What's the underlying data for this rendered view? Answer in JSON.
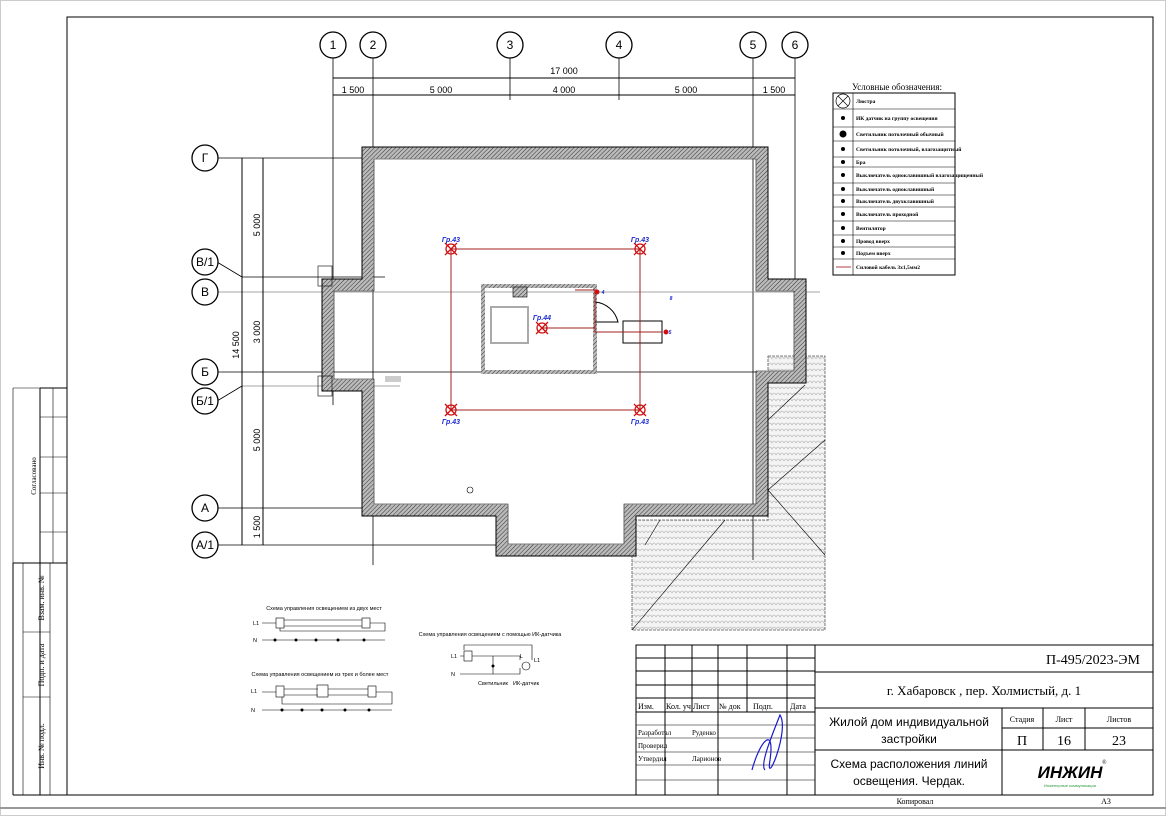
{
  "axes": {
    "vertical": [
      "1",
      "2",
      "3",
      "4",
      "5",
      "6"
    ],
    "horizontal": [
      "Г",
      "В/1",
      "В",
      "Б",
      "Б/1",
      "А",
      "А/1"
    ]
  },
  "dimensions": {
    "overall_horizontal": "17 000",
    "horizontal_segments": [
      "1 500",
      "5 000",
      "4 000",
      "5 000",
      "1 500"
    ],
    "overall_vertical": "14 500",
    "vertical_segments": [
      "5 000",
      "3 000",
      "5 000",
      "1 500"
    ]
  },
  "plan": {
    "group_labels": [
      "Гр.43",
      "Гр.43",
      "Гр.43",
      "Гр.43",
      "Гр.44"
    ],
    "small_marks": [
      "4",
      "8",
      "5"
    ],
    "line_color": "#a02020",
    "label_color": "#1a2ad0"
  },
  "legend": {
    "title": "Условные обозначения:",
    "items": [
      {
        "icon": "lamp-icon",
        "label": "Люстра"
      },
      {
        "icon": "ir-sensor-icon",
        "label": "ИК датчик на группу освещения"
      },
      {
        "icon": "ceiling-light-icon",
        "label": "Светильник потолочный обычный"
      },
      {
        "icon": "sealed-light-icon",
        "label": "Светильник потолочный, влагозащитный"
      },
      {
        "icon": "sconce-icon",
        "label": "Бра"
      },
      {
        "icon": "switch-single-sealed-icon",
        "label": "Выключатель одноклавишный влагозащищенный"
      },
      {
        "icon": "switch-single-icon",
        "label": "Выключатель одноклавишный"
      },
      {
        "icon": "switch-double-icon",
        "label": "Выключатель двухклавишный"
      },
      {
        "icon": "switch-passthrough-icon",
        "label": "Выключатель проходной"
      },
      {
        "icon": "fan-icon",
        "label": "Вентилятор"
      },
      {
        "icon": "wire-up-icon",
        "label": "Провод вверх"
      },
      {
        "icon": "wire-down-icon",
        "label": "Подъем вверх"
      },
      {
        "icon": "cable-line-icon",
        "label": "Силовой кабель 3х1,5мм2"
      }
    ]
  },
  "schemes": {
    "two_places": {
      "title": "Схема управления освещением из двух мест",
      "l1": "L1",
      "n": "N"
    },
    "three_places": {
      "title": "Схема управления освещением из трех и более мест",
      "l1": "L1",
      "n": "N"
    },
    "ir_sensor": {
      "title": "Схема управления освещением с помощью ИК-датчика",
      "l1": "L1",
      "n": "N",
      "lamp_label": "Светильник",
      "sensor_label": "ИК-датчик",
      "l_label": "L",
      "l1_out": "L1"
    }
  },
  "stamp_left": {
    "agreed": "Согласовано",
    "replaced_inv": "Взам. инв. №",
    "sign_date": "Подп. и дата",
    "inv_orig": "Инв. № подл."
  },
  "title_block": {
    "code": "П-495/2023-ЭМ",
    "address": "г. Хабаровск , пер. Холмистый, д. 1",
    "headers": [
      "Изм.",
      "Кол. уч",
      "Лист",
      "№ док",
      "Подп.",
      "Дата"
    ],
    "roles": [
      {
        "role": "Разработал",
        "name": "Руденко"
      },
      {
        "role": "Проверил",
        "name": ""
      },
      {
        "role": "Утвердил",
        "name": "Ларионов"
      }
    ],
    "object": "Жилой дом индивидуальной застройки",
    "object_line1": "Жилой дом индивидуальной",
    "object_line2": "застройки",
    "stage_label": "Стадия",
    "sheet_label": "Лист",
    "sheets_label": "Листов",
    "stage": "П",
    "sheet": "16",
    "sheets": "23",
    "drawing_line1": "Схема расположения линий",
    "drawing_line2": "освещения. Чердак.",
    "logo": "ИНЖИН",
    "logo_sub": "Инженерные коммуникации",
    "copied": "Копировал",
    "format": "А3",
    "logo_color": "#2a9a3a"
  }
}
